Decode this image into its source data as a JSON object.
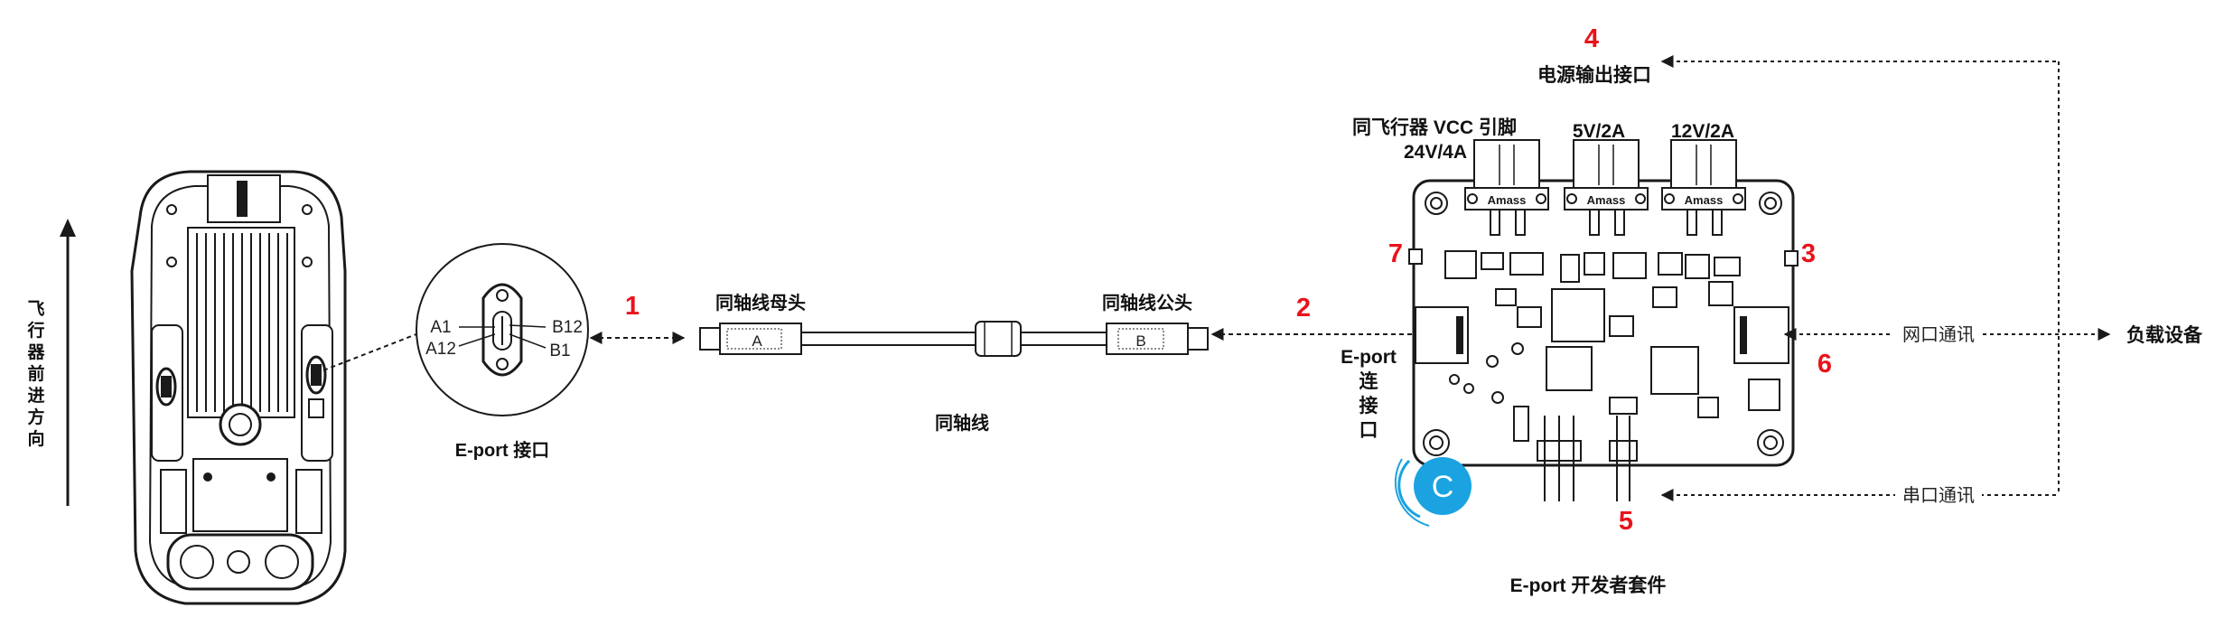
{
  "labels": {
    "direction": [
      "飞",
      "行",
      "器",
      "前",
      "进",
      "方",
      "向"
    ],
    "eport_interface": "E-port 接口",
    "pin_a1": "A1",
    "pin_a12": "A12",
    "pin_b12": "B12",
    "pin_b1": "B1",
    "female_head": "同轴线母头",
    "male_head": "同轴线公头",
    "female_mark": "A",
    "male_mark": "B",
    "coax_cable": "同轴线",
    "power_output": "电源输出接口",
    "vcc_pin": "同飞行器 VCC 引脚",
    "v24": "24V/4A",
    "v5": "5V/2A",
    "v12": "12V/2A",
    "connector_brand": "Amass",
    "eport_connect": [
      "E-port",
      "连",
      "接",
      "口"
    ],
    "ethernet": "网口通讯",
    "serial": "串口通讯",
    "payload": "负载设备",
    "kit": "E-port 开发者套件",
    "logo_letter": "C"
  },
  "markers": {
    "m1": "1",
    "m2": "2",
    "m3": "3",
    "m4": "4",
    "m5": "5",
    "m6": "6",
    "m7": "7"
  },
  "colors": {
    "marker": "#e8141b",
    "line": "#1a1a1a",
    "logo": "#1aa3e0"
  },
  "icons": {
    "direction_arrow": "arrow-up-icon",
    "logo": "c-badge-icon"
  }
}
